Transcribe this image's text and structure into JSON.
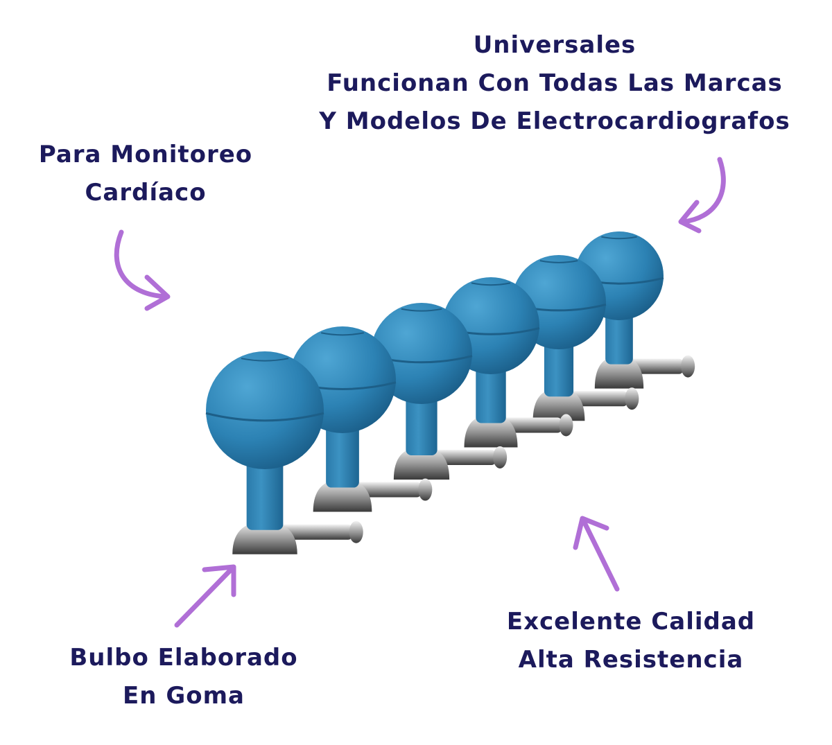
{
  "labels": {
    "compat": [
      "Universales",
      "Funcionan Con Todas Las Marcas",
      "Y Modelos De Electrocardiografos"
    ],
    "monitor": [
      "Para Monitoreo",
      "Cardíaco"
    ],
    "bulb": [
      "Bulbo Elaborado",
      "En Goma"
    ],
    "quality": [
      "Excelente Calidad",
      "Alta Resistencia"
    ]
  },
  "colors": {
    "text": "#1c1a5c",
    "arrow": "#b06fd6",
    "bulb": "#2f86b8"
  },
  "product": {
    "bulb_count": 6
  }
}
